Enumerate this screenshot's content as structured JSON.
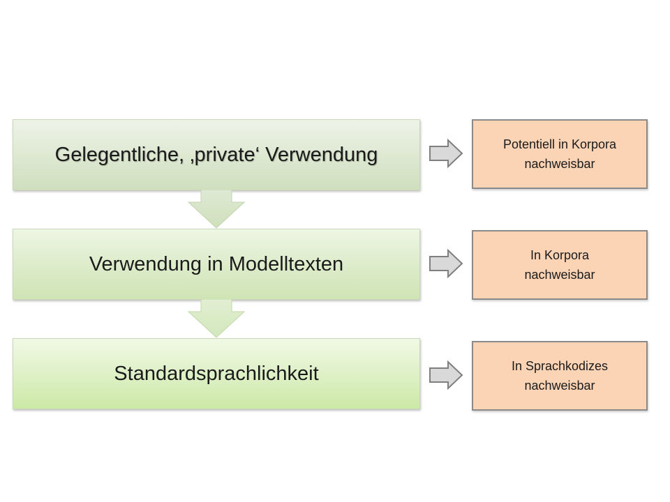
{
  "stages": [
    {
      "label": "Gelegentliche, ‚private‘ Verwendung"
    },
    {
      "label": "Verwendung in Modelltexten"
    },
    {
      "label": "Standardsprachlichkeit"
    }
  ],
  "notes": [
    {
      "line1": "Potentiell in Korpora",
      "line2": "nachweisbar"
    },
    {
      "line1": "In Korpora",
      "line2": "nachweisbar"
    },
    {
      "line1": "In Sprachkodizes",
      "line2": "nachweisbar"
    }
  ],
  "colors": {
    "stage_green": "#dcebc9",
    "note_orange": "#fbd4b6",
    "arrow_gray": "#d9d9d9"
  },
  "icons": {
    "down_arrow": "down-arrow-icon",
    "right_arrow": "right-arrow-icon"
  }
}
